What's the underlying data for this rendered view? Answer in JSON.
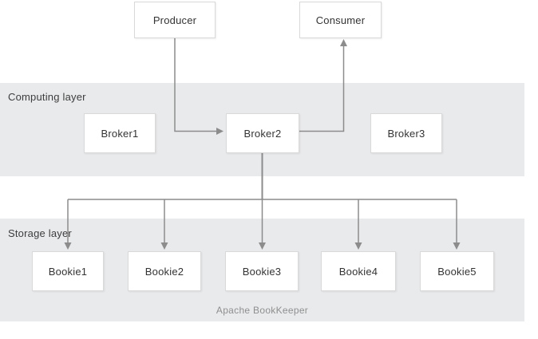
{
  "diagram": {
    "layers": {
      "computing": {
        "label": "Computing layer"
      },
      "storage": {
        "label": "Storage layer"
      }
    },
    "nodes": {
      "producer": "Producer",
      "consumer": "Consumer",
      "broker1": "Broker1",
      "broker2": "Broker2",
      "broker3": "Broker3",
      "bookie1": "Bookie1",
      "bookie2": "Bookie2",
      "bookie3": "Bookie3",
      "bookie4": "Bookie4",
      "bookie5": "Bookie5"
    },
    "footer": "Apache BookKeeper",
    "edges": [
      {
        "from": "Producer",
        "to": "Broker2"
      },
      {
        "from": "Broker2",
        "to": "Consumer"
      },
      {
        "from": "Broker2",
        "to": "Bookie1"
      },
      {
        "from": "Broker2",
        "to": "Bookie2"
      },
      {
        "from": "Broker2",
        "to": "Bookie3"
      },
      {
        "from": "Broker2",
        "to": "Bookie4"
      },
      {
        "from": "Broker2",
        "to": "Bookie5"
      }
    ],
    "colors": {
      "layer_band": "#e9eaec",
      "node_background": "#ffffff",
      "node_border": "#d9d9d9",
      "connector": "#8c8c8c",
      "node_text": "#333333",
      "layer_label_text": "#3d3d3d",
      "footer_text": "#8f8f8f"
    }
  }
}
